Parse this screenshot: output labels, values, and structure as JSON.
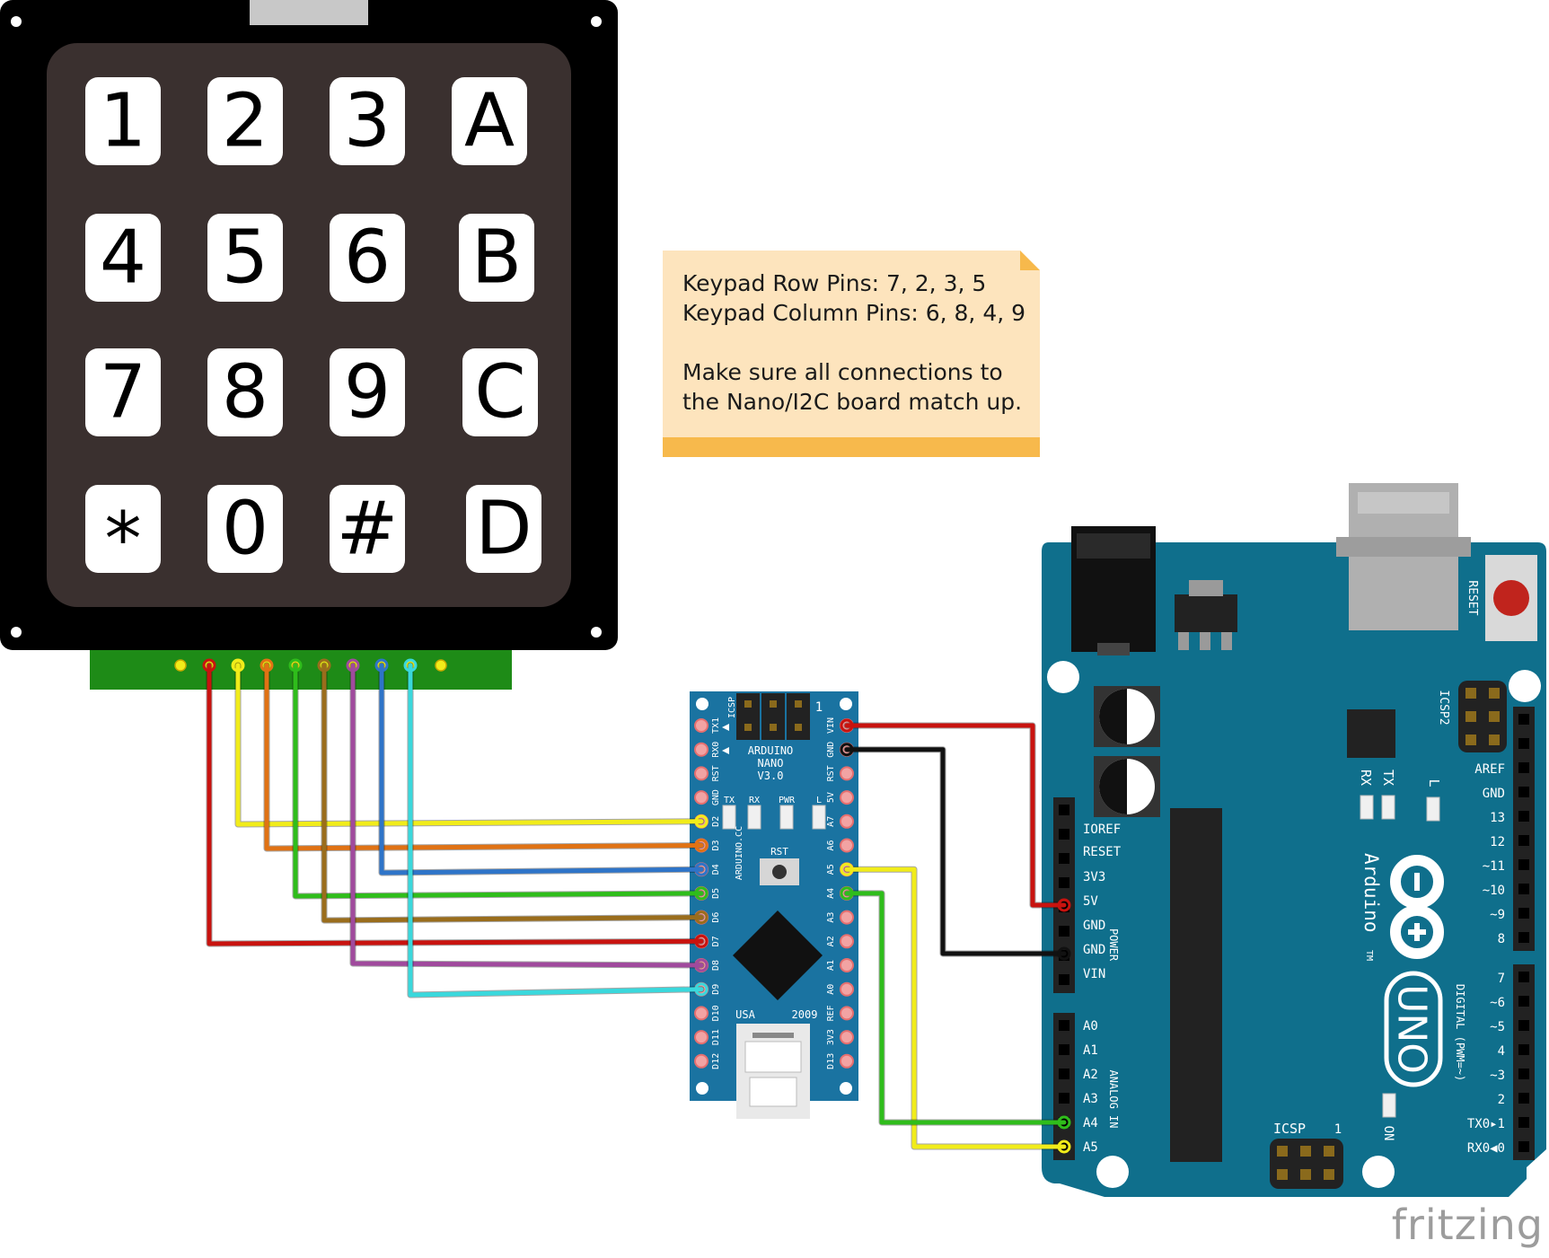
{
  "keypad": {
    "keys": [
      [
        "1",
        "2",
        "3",
        "A"
      ],
      [
        "4",
        "5",
        "6",
        "B"
      ],
      [
        "7",
        "8",
        "9",
        "C"
      ],
      [
        "*",
        "0",
        "#",
        "D"
      ]
    ]
  },
  "note": {
    "text": "Keypad Row Pins: 7, 2, 3, 5\nKeypad Column Pins: 6, 8, 4, 9\n\nMake sure all connections to\nthe Nano/I2C board match up."
  },
  "nano": {
    "title_line1": "ARDUINO",
    "title_line2": "NANO",
    "title_line3": "V3.0",
    "side_label": "ARDUINO.CC",
    "icsp": "ICSP",
    "icsp_pin1": "1",
    "led_tx": "TX",
    "led_rx": "RX",
    "led_pwr": "PWR",
    "led_l": "L",
    "rst": "RST",
    "usa": "USA",
    "year": "2009",
    "left_pins": [
      "TX1",
      "RX0",
      "RST",
      "GND",
      "D2",
      "D3",
      "D4",
      "D5",
      "D6",
      "D7",
      "D8",
      "D9",
      "D10",
      "D11",
      "D12"
    ],
    "right_pins": [
      "VIN",
      "GND",
      "RST",
      "5V",
      "A7",
      "A6",
      "A5",
      "A4",
      "A3",
      "A2",
      "A1",
      "A0",
      "REF",
      "3V3",
      "D13"
    ]
  },
  "uno": {
    "reset": "RESET",
    "icsp2": "ICSP2",
    "icsp": "ICSP",
    "icsp_pin1": "1",
    "led_rx": "RX",
    "led_tx": "TX",
    "led_l": "L",
    "on": "ON",
    "brand": "Arduino",
    "tm": "TM",
    "model": "UNO",
    "power_pins": [
      "IOREF",
      "RESET",
      "3V3",
      "5V",
      "GND",
      "GND",
      "VIN"
    ],
    "power_label": "POWER",
    "analog_pins": [
      "A0",
      "A1",
      "A2",
      "A3",
      "A4",
      "A5"
    ],
    "analog_label": "ANALOG IN",
    "digital_upper": [
      "AREF",
      "GND",
      "13",
      "12",
      "~11",
      "~10",
      "~9",
      "8"
    ],
    "digital_lower": [
      "7",
      "~6",
      "~5",
      "4",
      "~3",
      "2",
      "TX0▸1",
      "RX0◀0"
    ],
    "digital_label": "DIGITAL (PWM=~)"
  },
  "colors": {
    "red": "#c8130f",
    "yellow": "#f1ec1a",
    "orange": "#e07214",
    "green": "#2fbd1b",
    "brown": "#9a6d1c",
    "purple": "#a04a9d",
    "blue": "#2e74c8",
    "cyan": "#3ad8dc",
    "black": "#111111",
    "board": "#0f6f8c",
    "keypad": "#000000"
  },
  "watermark": "fritzing"
}
